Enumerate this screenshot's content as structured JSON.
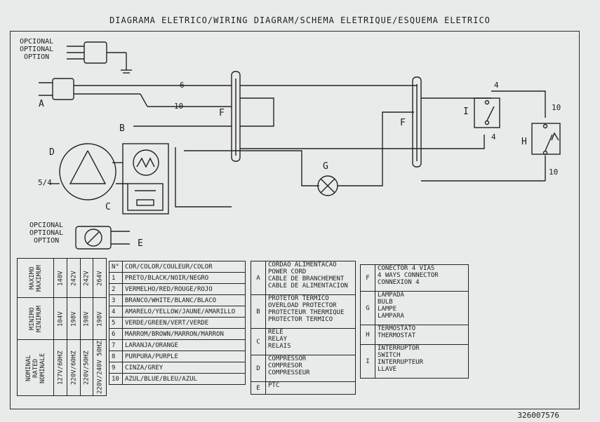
{
  "title": "DIAGRAMA ELETRICO/WIRING DIAGRAM/SCHEMA ELETRIQUE/ESQUEMA ELETRICO",
  "diagram": {
    "labels": {
      "A": "A",
      "B": "B",
      "C": "C",
      "D": "D",
      "E": "E",
      "F1": "F",
      "F2": "F",
      "G": "G",
      "H": "H",
      "I": "I"
    },
    "wire_numbers": {
      "w6": "6",
      "w10": "10",
      "w4a": "4",
      "w4b": "4",
      "w10a": "10",
      "w10b": "10",
      "w54": "5/4"
    },
    "optional_1": [
      "OPCIONAL",
      "OPTIONAL",
      "OPTION"
    ],
    "optional_2": [
      "OPCIONAL",
      "OPTIONAL",
      "OPTION"
    ]
  },
  "voltage_table": {
    "max_label": [
      "MAXIMO",
      "MAXIMUM"
    ],
    "min_label": [
      "MINIMO",
      "MINIMUM"
    ],
    "nom_label": [
      "NOMINAL",
      "RATED",
      "NOMINALE"
    ],
    "max": [
      "140V",
      "242V",
      "242V",
      "264V"
    ],
    "min": [
      "104V",
      "198V",
      "198V",
      "198V"
    ],
    "nom": [
      "127V/60HZ",
      "220V/60HZ",
      "220V/50HZ",
      "220V/240V 50HZ"
    ]
  },
  "color_table": {
    "header_n": "N°",
    "header": "COR/COLOR/COULEUR/COLOR",
    "rows": [
      {
        "n": "1",
        "c": "PRETO/BLACK/NOIR/NEGRO"
      },
      {
        "n": "2",
        "c": "VERMELHO/RED/ROUGE/ROJO"
      },
      {
        "n": "3",
        "c": "BRANCO/WHITE/BLANC/BLACO"
      },
      {
        "n": "4",
        "c": "AMARELO/YELLOW/JAUNE/AMARILLO"
      },
      {
        "n": "5",
        "c": "VERDE/GREEN/VERT/VERDE"
      },
      {
        "n": "6",
        "c": "MARROM/BROWN/MARRON/MARRON"
      },
      {
        "n": "7",
        "c": "LARANJA/ORANGE"
      },
      {
        "n": "8",
        "c": "PURPURA/PURPLE"
      },
      {
        "n": "9",
        "c": "CINZA/GREY"
      },
      {
        "n": "10",
        "c": "AZUL/BLUE/BLEU/AZUL"
      }
    ]
  },
  "components_left": [
    {
      "k": "A",
      "lines": [
        "CORDAO ALIMENTACAO",
        "POWER CORD",
        "CABLE DE BRANCHEMENT",
        "CABLE DE ALIMENTACION"
      ]
    },
    {
      "k": "B",
      "lines": [
        "PROTETOR TERMICO",
        "OVERLOAD PROTECTOR",
        "PROTECTEUR THERMIQUE",
        "PROTECTOR TERMICO"
      ]
    },
    {
      "k": "C",
      "lines": [
        "RELE",
        "RELAY",
        "RELAIS"
      ]
    },
    {
      "k": "D",
      "lines": [
        "COMPRESSOR",
        "COMPRESOR",
        "COMPRESSEUR"
      ]
    },
    {
      "k": "E",
      "lines": [
        "PTC"
      ]
    }
  ],
  "components_right": [
    {
      "k": "F",
      "lines": [
        "CONECTOR 4 VIAS",
        "4 WAYS CONNECTOR",
        "CONNEXION 4"
      ]
    },
    {
      "k": "G",
      "lines": [
        "LAMPADA",
        "BULB",
        "LAMPE",
        "LAMPARA"
      ]
    },
    {
      "k": "H",
      "lines": [
        "TERMOSTATO",
        "THERMOSTAT"
      ]
    },
    {
      "k": "I",
      "lines": [
        "INTERRUPTOR",
        "SWITCH",
        "INTERRUPTEUR",
        "LLAVE"
      ]
    }
  ],
  "serial": "326007576"
}
